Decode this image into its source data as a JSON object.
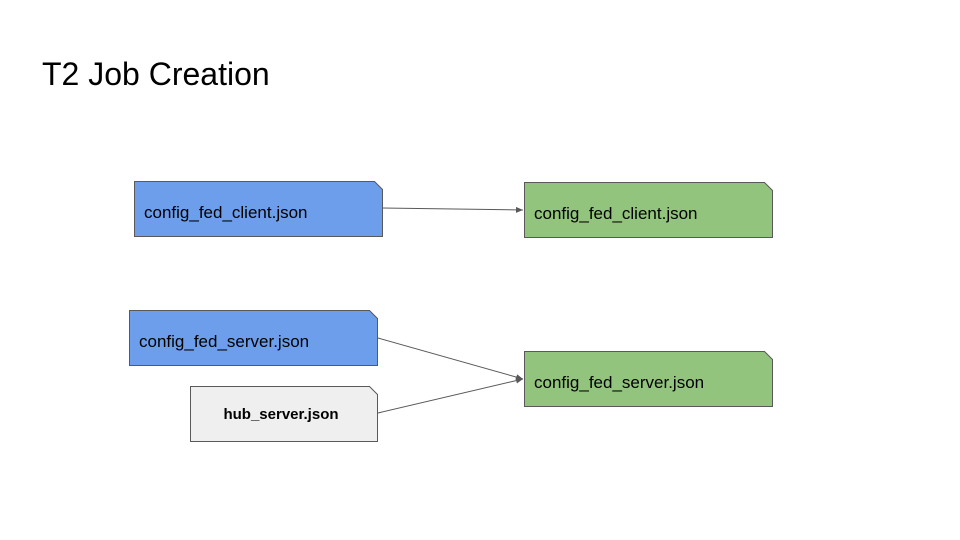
{
  "slide": {
    "title": "T2 Job Creation"
  },
  "colors": {
    "blue": "#6d9eeb",
    "green": "#93c47d",
    "gray": "#efefef",
    "stroke": "#595959",
    "arrow": "#595959"
  },
  "nodes": {
    "client_src": {
      "label": "config_fed_client.json",
      "color": "blue"
    },
    "client_dst": {
      "label": "config_fed_client.json",
      "color": "green"
    },
    "server_src": {
      "label": "config_fed_server.json",
      "color": "blue"
    },
    "hub_src": {
      "label": "hub_server.json",
      "color": "gray"
    },
    "server_dst": {
      "label": "config_fed_server.json",
      "color": "green"
    }
  },
  "edges": [
    {
      "from": "client_src",
      "to": "client_dst"
    },
    {
      "from": "server_src",
      "to": "server_dst"
    },
    {
      "from": "hub_src",
      "to": "server_dst"
    }
  ]
}
